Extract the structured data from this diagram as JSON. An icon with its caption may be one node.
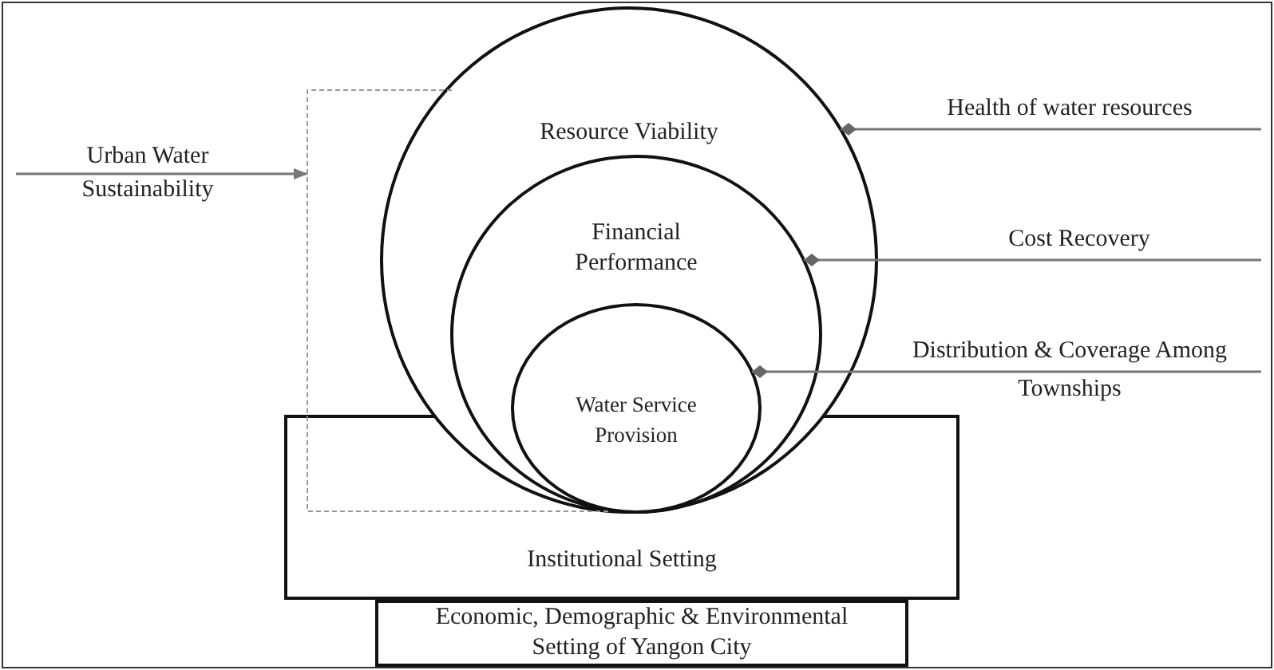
{
  "diagram": {
    "nodes": [
      {
        "text": [
          "Resource Viability"
        ]
      },
      {
        "text": [
          "Financial Performance"
        ],
        "in": 0
      },
      {
        "text": [
          "Water Service Provision"
        ],
        "in": 1
      },
      {
        "text": [
          "Institutional Setting"
        ]
      },
      {
        "text": [
          "Economic, Demographic & Environmental Setting of Yangon City"
        ]
      },
      {
        "text": [
          "Urban Water Sustainability"
        ]
      },
      {
        "text": [],
        "shape": "box"
      },
      {
        "text": [
          "Health of water resources"
        ]
      },
      {
        "text": [
          "Cost Recovery"
        ]
      },
      {
        "text": [
          "Distribution & Coverage Among Townships"
        ]
      }
    ],
    "edges": [
      {
        "from": 5,
        "to": 6,
        "arrow": "to"
      },
      {
        "from": 7,
        "to": 0,
        "arrow": "other"
      },
      {
        "from": 8,
        "to": 1,
        "arrow": "other"
      },
      {
        "from": 9,
        "to": 2,
        "arrow": "other"
      }
    ]
  }
}
